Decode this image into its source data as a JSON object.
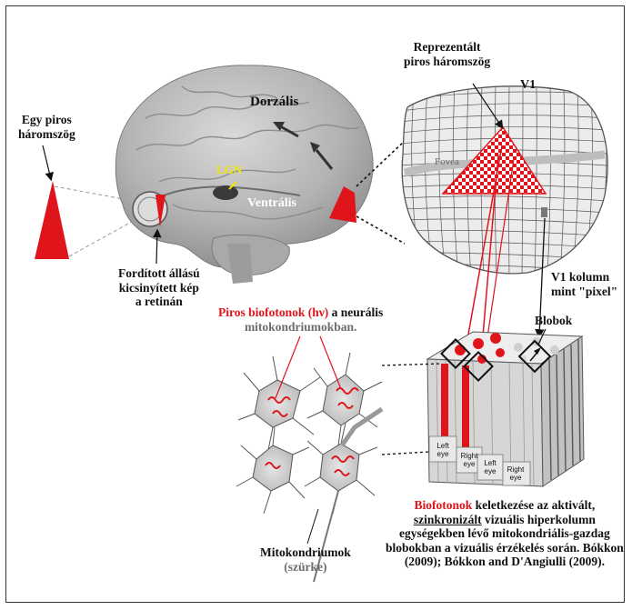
{
  "labels": {
    "triangle_title": [
      "Egy piros",
      "háromszög"
    ],
    "retina_caption": [
      "Fordított állású",
      "kicsinyített kép",
      "a retinán"
    ],
    "dorsal": "Dorzális",
    "ventral": "Ventrális",
    "lgn": "LGN",
    "represented": [
      "Reprezentált",
      "piros háromszög"
    ],
    "v1": "V1",
    "fovea": "Fovea",
    "v1_column": [
      "V1 kolumn",
      "mint \"pixel\""
    ],
    "blobs": "Blobok",
    "biophotons_red": "Piros biofotonok (hν)",
    "biophotons_rest": " a neurális",
    "mito_line": "mitokondriumokban.",
    "mitochondria": "Mitokondriumok",
    "grey_word": "(szürke)",
    "eye_labels": [
      "Left eye",
      "Right eye",
      "Left eye",
      "Right eye"
    ],
    "bottom_red": "Biofotonok",
    "bottom_line1_rest": " keletkezése az aktivált,",
    "bottom_line2_underlined": "szinkronizált",
    "bottom_line2_rest": " vizuális hiperkolumn",
    "bottom_line3": "egységekben lévő mitokondriális-gazdag",
    "bottom_line4": "blobokban a vizuális érzékelés során. Bókkon",
    "bottom_line5": "(2009); Bókkon and D'Angiulli (2009)."
  },
  "colors": {
    "red": "#e0141b",
    "grey_text": "#6d6d6d",
    "yellow": "#f2e600",
    "brain": "#b9b9b9"
  }
}
